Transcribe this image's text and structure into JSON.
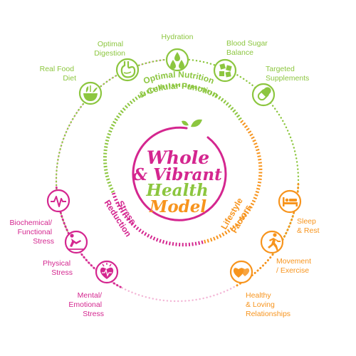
{
  "center": {
    "line1": "Whole",
    "line2": "& Vibrant",
    "line3": "Health",
    "line4": "Model"
  },
  "sections": {
    "nutrition_title_1": "Optimal Nutrition",
    "nutrition_title_2": "& Cellular Function",
    "stress_title_1": "Stress",
    "stress_title_2": "Reduction",
    "lifestyle_title_1": "Lifestyle",
    "lifestyle_title_2": "Factors"
  },
  "nutrition": [
    {
      "lines": [
        "Real Food",
        "Diet"
      ],
      "icon": "bowl-icon"
    },
    {
      "lines": [
        "Optimal",
        "Digestion"
      ],
      "icon": "stomach-icon"
    },
    {
      "lines": [
        "Hydration"
      ],
      "icon": "water-drops-icon"
    },
    {
      "lines": [
        "Blood Sugar",
        "Balance"
      ],
      "icon": "sugar-cubes-icon"
    },
    {
      "lines": [
        "Targeted",
        "Supplements"
      ],
      "icon": "capsule-icon"
    }
  ],
  "stress": [
    {
      "lines": [
        "Biochemical/",
        "Functional",
        "Stress"
      ],
      "icon": "heartbeat-icon"
    },
    {
      "lines": [
        "Physical",
        "Stress"
      ],
      "icon": "fall-icon"
    },
    {
      "lines": [
        "Mental/",
        "Emotional",
        "Stress"
      ],
      "icon": "heart-stress-icon"
    }
  ],
  "lifestyle": [
    {
      "lines": [
        "Sleep",
        "& Rest"
      ],
      "icon": "bed-icon"
    },
    {
      "lines": [
        "Movement",
        "/ Exercise"
      ],
      "icon": "running-icon"
    },
    {
      "lines": [
        "Healthy",
        "& Loving",
        "Relationships"
      ],
      "icon": "hearts-icon"
    }
  ],
  "colors": {
    "green": "#8cc63f",
    "pink": "#d4268f",
    "orange": "#f7941d",
    "lightpink": "#f3b6d6"
  }
}
